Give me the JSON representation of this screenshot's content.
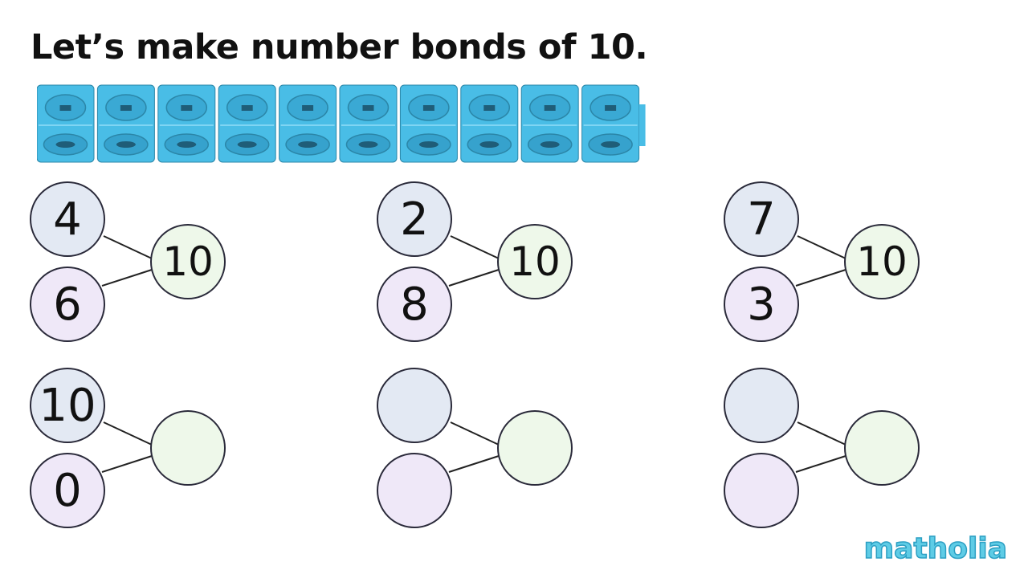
{
  "title": "Let’s make number bonds of 10.",
  "cubes": {
    "count": 10,
    "color": "#49bde6",
    "dark": "#2b86a8",
    "light": "#7fd5f3"
  },
  "bonds": [
    {
      "part1": "4",
      "part2": "6",
      "whole": "10"
    },
    {
      "part1": "2",
      "part2": "8",
      "whole": "10"
    },
    {
      "part1": "7",
      "part2": "3",
      "whole": "10"
    },
    {
      "part1": "10",
      "part2": "0",
      "whole": ""
    },
    {
      "part1": "",
      "part2": "",
      "whole": ""
    },
    {
      "part1": "",
      "part2": "",
      "whole": ""
    }
  ],
  "logo": "matholia"
}
